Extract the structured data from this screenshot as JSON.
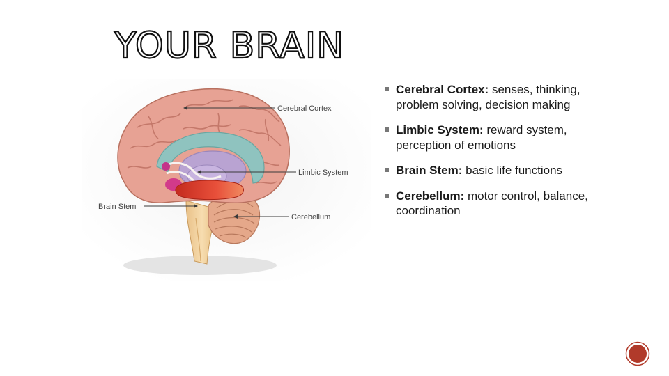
{
  "title": "YOUR BRAIN",
  "figure": {
    "labels": {
      "cerebral_cortex": "Cerebral Cortex",
      "limbic_system": "Limbic System",
      "brain_stem": "Brain Stem",
      "cerebellum": "Cerebellum"
    }
  },
  "bullets": [
    {
      "term": "Cerebral Cortex:",
      "text": " senses, thinking, problem solving, decision making"
    },
    {
      "term": "Limbic System:",
      "text": " reward system, perception of emotions"
    },
    {
      "term": "Brain Stem:",
      "text": " basic life functions"
    },
    {
      "term": "Cerebellum:",
      "text": " motor control, balance, coordination"
    }
  ],
  "colors": {
    "cortex": "#e7a294",
    "cortex_fold": "#c77a6d",
    "limbic_teal": "#8fc3bf",
    "limbic_purple": "#b9a3d2",
    "stem": "#f2d2a0",
    "cerebellum": "#e3a888",
    "red_structure": "#e0402e",
    "magenta_structure": "#d23a8a",
    "badge_ring": "#b13a2a"
  }
}
